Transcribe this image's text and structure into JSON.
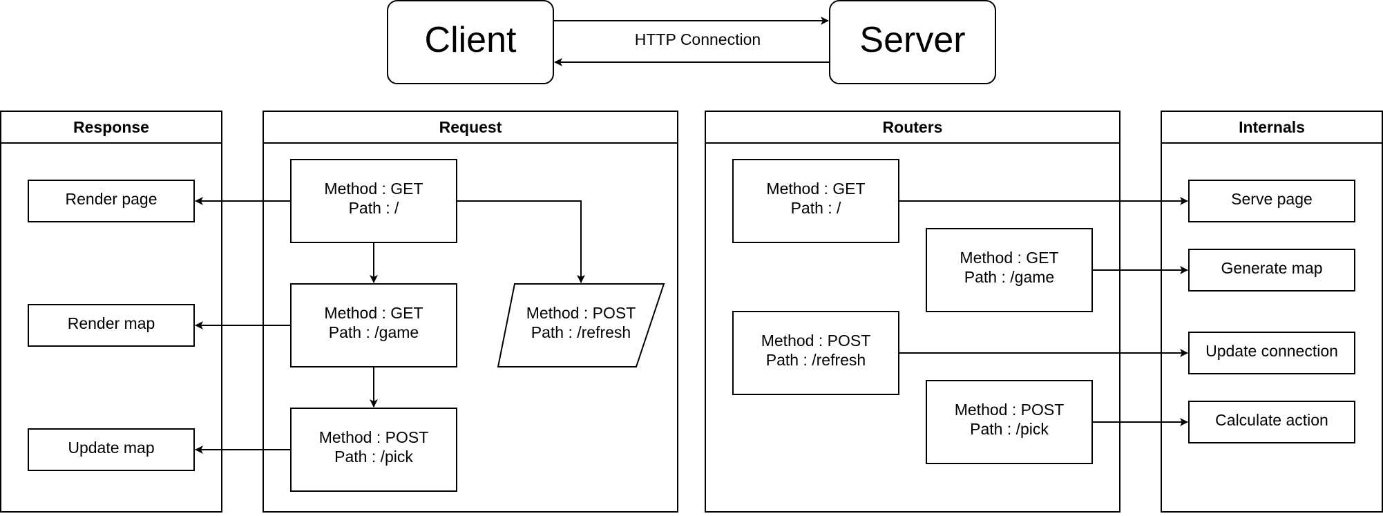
{
  "top": {
    "client": "Client",
    "server": "Server",
    "connection_label": "HTTP Connection"
  },
  "lanes": {
    "response": {
      "title": "Response",
      "items": [
        "Render page",
        "Render map",
        "Update map"
      ]
    },
    "request": {
      "title": "Request",
      "get_root": [
        "Method : GET",
        "Path : /"
      ],
      "get_game": [
        "Method : GET",
        "Path : /game"
      ],
      "post_pick": [
        "Method : POST",
        "Path : /pick"
      ],
      "post_refresh": [
        "Method : POST",
        "Path : /refresh"
      ]
    },
    "routers": {
      "title": "Routers",
      "get_root": [
        "Method : GET",
        "Path : /"
      ],
      "get_game": [
        "Method : GET",
        "Path : /game"
      ],
      "post_refresh": [
        "Method : POST",
        "Path : /refresh"
      ],
      "post_pick": [
        "Method : POST",
        "Path : /pick"
      ]
    },
    "internals": {
      "title": "Internals",
      "items": [
        "Serve page",
        "Generate map",
        "Update connection",
        "Calculate action"
      ]
    }
  }
}
